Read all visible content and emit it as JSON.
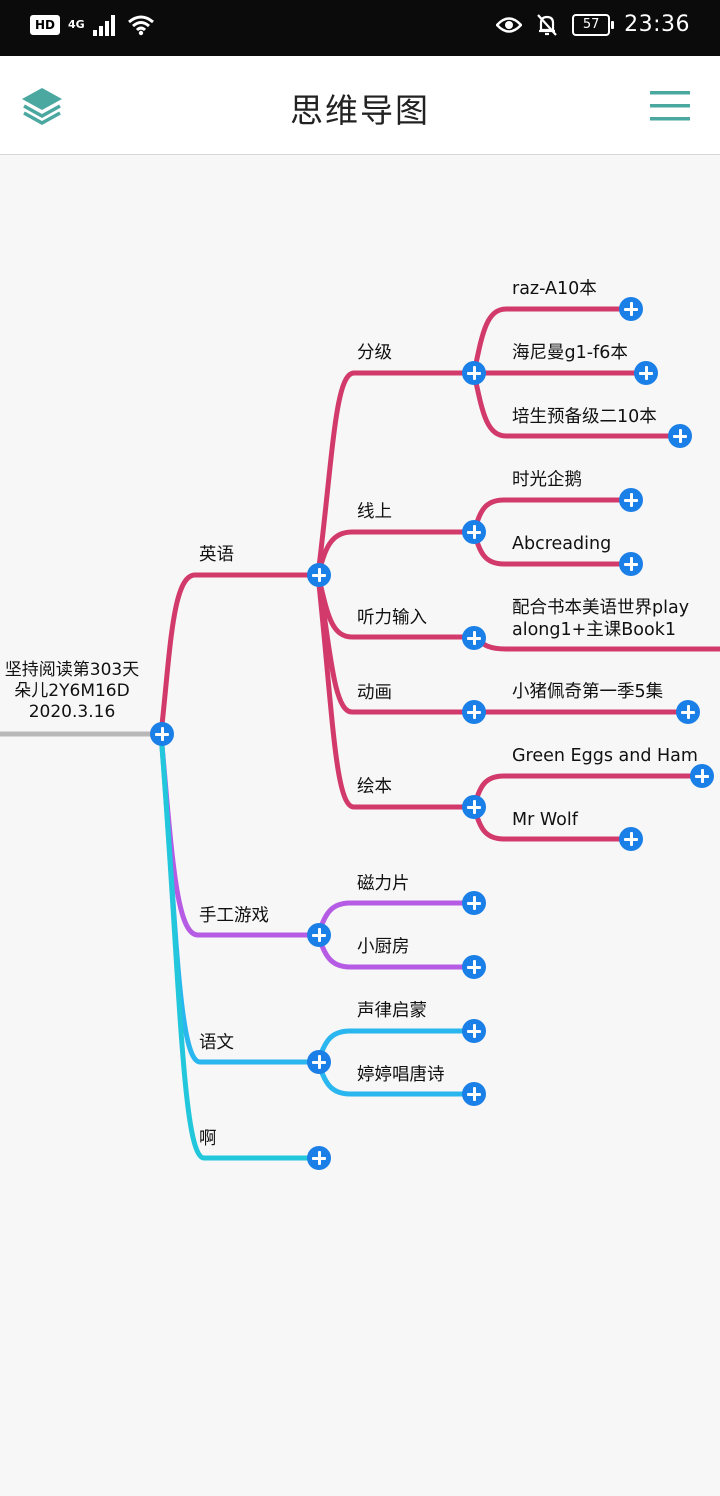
{
  "status_bar": {
    "hd_badge": "HD",
    "network": "4G",
    "battery": "57",
    "time": "23:36",
    "icons": [
      "signal-icon",
      "wifi-icon",
      "eye-icon",
      "bell-off-icon",
      "battery-icon"
    ]
  },
  "app_bar": {
    "title": "思维导图",
    "left_icon": "layers-icon",
    "right_icon": "menu-icon",
    "accent": "#4ba8a0"
  },
  "mindmap": {
    "colors": {
      "english": "#d23a6c",
      "crafts": "#b65ce4",
      "chinese": "#2ab6ee",
      "ah": "#22c7dc",
      "root_line": "#b8b8b8",
      "add_button": "#1a7fe6"
    },
    "root": {
      "line1": "坚持阅读第303天",
      "line2": "朵儿2Y6M16D",
      "line3": "2020.3.16"
    },
    "branches": {
      "english": {
        "label": "英语",
        "children": {
          "grading": {
            "label": "分级",
            "items": [
              "raz-A10本",
              "海尼曼g1-f6本",
              "培生预备级二10本"
            ]
          },
          "online": {
            "label": "线上",
            "items": [
              "时光企鹅",
              "Abcreading"
            ]
          },
          "listening": {
            "label": "听力输入",
            "item_line1": "配合书本美语世界play",
            "item_line2": "along1+主课Book1"
          },
          "animation": {
            "label": "动画",
            "items": [
              "小猪佩奇第一季5集"
            ]
          },
          "picturebook": {
            "label": "绘本",
            "items": [
              "Green Eggs and Ham",
              "Mr Wolf"
            ]
          }
        }
      },
      "crafts": {
        "label": "手工游戏",
        "items": [
          "磁力片",
          "小厨房"
        ]
      },
      "chinese": {
        "label": "语文",
        "items": [
          "声律启蒙",
          "婷婷唱唐诗"
        ]
      },
      "ah": {
        "label": "啊"
      }
    }
  }
}
